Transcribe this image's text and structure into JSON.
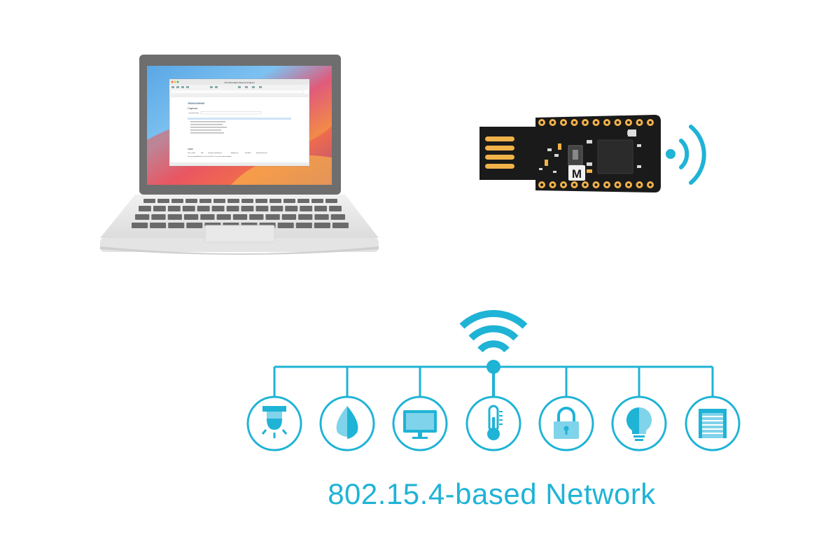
{
  "caption": "802.15.4-based Network",
  "colors": {
    "accent": "#1fb3d6",
    "accent_light": "#7fd3ea",
    "laptop_body": "#e6e6e6",
    "laptop_bezel": "#6e6e6e",
    "board": "#1a1a1a",
    "gold": "#f2b24a"
  },
  "laptop": {
    "screen_app": {
      "title": "The Wireshark Network Analyzer",
      "welcome_label": "Welcome to Wireshark",
      "capture_heading": "Capture",
      "filter_label": "...using this filter:",
      "learn_heading": "Learn",
      "learn_links": [
        "User's Guide",
        "Wiki",
        "Questions and Answers",
        "Mailing Lists",
        "SharkFest",
        "Wireshark Discord"
      ],
      "version_note": "You are running Wireshark 3.x.x (v3.x.x) with Qt 5.x. You receive automatic updates."
    }
  },
  "usb_dongle": {
    "logo_letter": "M",
    "icon": "wireless-signal-icon"
  },
  "network": {
    "hub_icon": "wifi-icon",
    "devices": [
      {
        "name": "ceiling-light",
        "icon": "ceiling-light-icon"
      },
      {
        "name": "water-sensor",
        "icon": "water-drop-icon"
      },
      {
        "name": "display",
        "icon": "monitor-icon"
      },
      {
        "name": "thermostat",
        "icon": "thermometer-icon"
      },
      {
        "name": "smart-lock",
        "icon": "padlock-icon"
      },
      {
        "name": "smart-bulb",
        "icon": "light-bulb-icon"
      },
      {
        "name": "garage-door",
        "icon": "garage-door-icon"
      }
    ]
  }
}
